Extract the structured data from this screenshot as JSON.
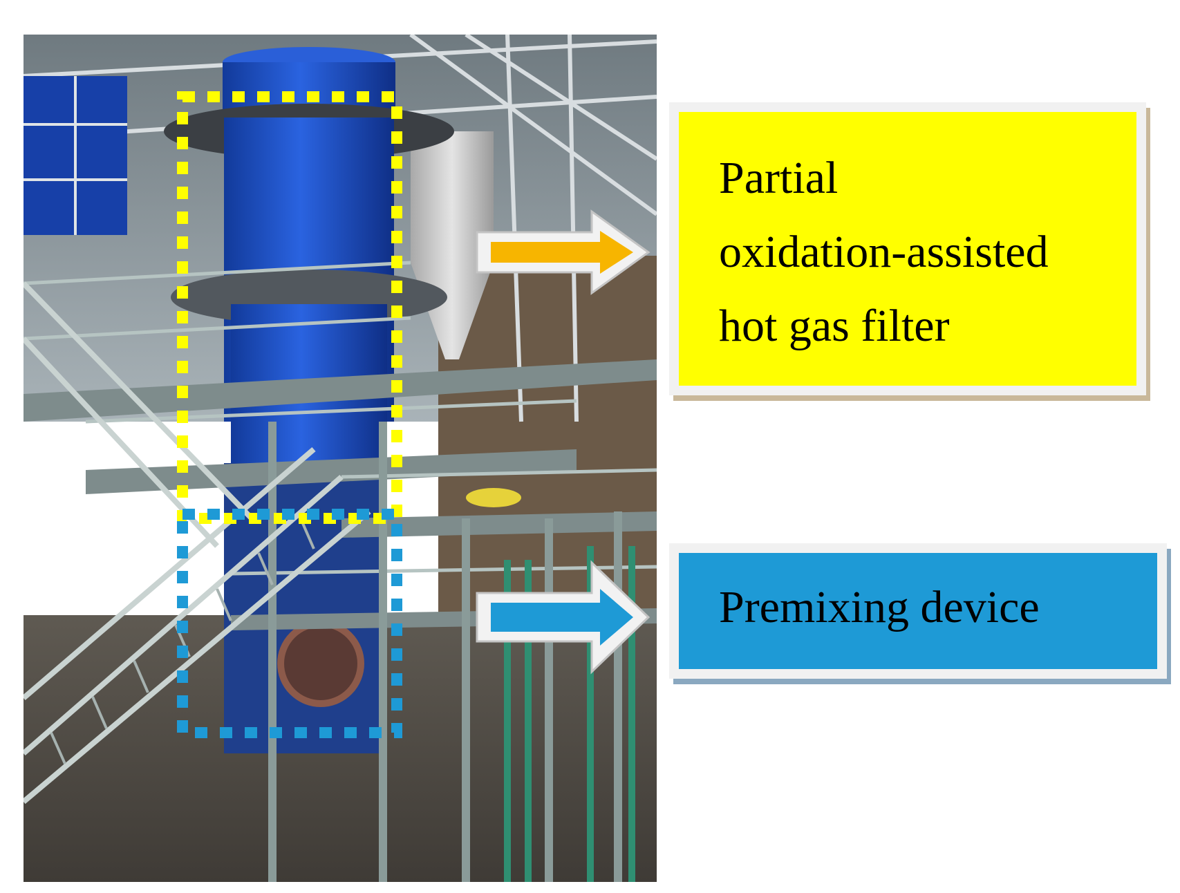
{
  "labels": {
    "filter": {
      "lines": [
        "Partial",
        "oxidation-assisted",
        "hot gas filter"
      ],
      "color": "#ffff00"
    },
    "premix": {
      "lines": [
        "Premixing device"
      ],
      "color": "#1e9ad6"
    }
  },
  "colors": {
    "filter_highlight": "#ffff00",
    "premix_highlight": "#1e9ad6",
    "filter_arrow": "#f7b500",
    "premix_arrow": "#1e9ad6"
  }
}
